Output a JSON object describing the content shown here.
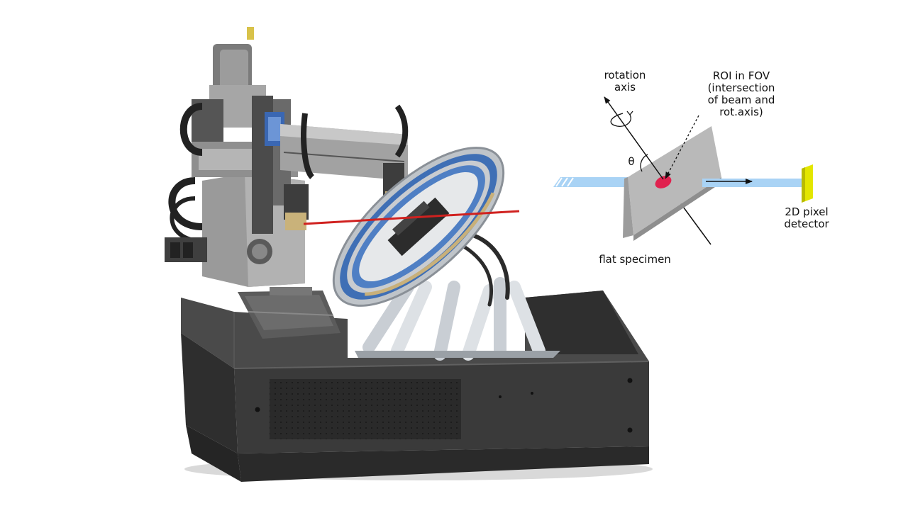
{
  "labels": {
    "rotation_axis": [
      "rotation",
      "axis"
    ],
    "roi": [
      "ROI in FOV",
      "(intersection",
      "of beam and",
      "rot.axis)"
    ],
    "theta": "θ",
    "detector": [
      "2D pixel",
      "detector"
    ],
    "specimen": "flat specimen"
  },
  "colors": {
    "beam": "#a9d3f5",
    "laser": "#d0211f",
    "roi_spot": "#e0224f",
    "detector": "#e3e600",
    "specimen": "#b9b9b9",
    "base": "#3a3a3a",
    "ring_blue": "#3f6fb5"
  }
}
